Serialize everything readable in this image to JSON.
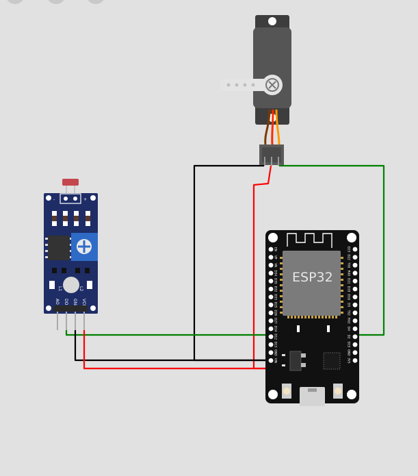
{
  "colors": {
    "background": "#e1e1e1",
    "wire_signal": "#008000",
    "wire_vcc": "#ff0000",
    "wire_gnd": "#000000",
    "esp_board": "#111111",
    "esp_module": "#7b7b7b",
    "sensor_board": "#1e2d66",
    "servo_body": "#555555"
  },
  "esp32": {
    "label": "ESP32",
    "left_pins": [
      "EN",
      "VP",
      "VN",
      "D34",
      "D35",
      "D32",
      "D33",
      "D25",
      "D26",
      "D27",
      "D14",
      "D12",
      "D13",
      "GND",
      "VIN"
    ],
    "right_pins": [
      "D23",
      "D22",
      "TX0",
      "RX0",
      "D21",
      "D19",
      "D18",
      "D5",
      "TX2",
      "RX2",
      "D4",
      "D2",
      "D15",
      "GND",
      "3V3"
    ]
  },
  "ldr_module": {
    "pin_labels": [
      "AO",
      "DO",
      "GND",
      "VCC"
    ],
    "led_labels": [
      "L1",
      "L2"
    ],
    "pot_polarity": [
      "-",
      "+"
    ]
  },
  "servo": {
    "name": "servo",
    "horn_icon": "servo-horn-icon"
  },
  "wires": [
    {
      "name": "servo-signal-wire",
      "color": "wire_signal",
      "from": "servo.PWM",
      "to": "esp32.D15"
    },
    {
      "name": "servo-gnd-wire",
      "color": "wire_gnd",
      "from": "servo.GND",
      "to": "esp32.GND"
    },
    {
      "name": "servo-vcc-wire",
      "color": "wire_vcc",
      "from": "servo.V+",
      "to": "esp32.VIN"
    },
    {
      "name": "ldr-do-wire",
      "color": "wire_signal",
      "from": "ldr.DO",
      "to": "esp32.D15"
    },
    {
      "name": "ldr-gnd-wire",
      "color": "wire_gnd",
      "from": "ldr.GND",
      "to": "esp32.GND"
    },
    {
      "name": "ldr-vcc-wire",
      "color": "wire_vcc",
      "from": "ldr.VCC",
      "to": "esp32.VIN"
    }
  ]
}
